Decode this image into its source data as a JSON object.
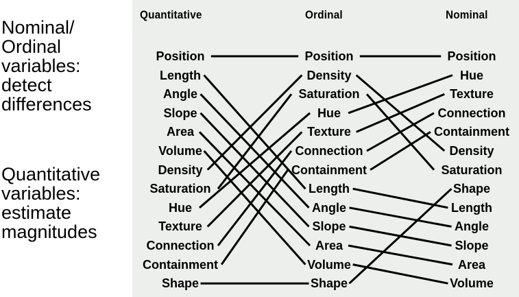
{
  "left_text": {
    "nominal_lines": [
      "Nominal/",
      "Ordinal",
      "variables:",
      "detect",
      "differences"
    ],
    "quantitative_lines": [
      "Quantitative",
      "variables:",
      "estimate",
      "magnitudes"
    ]
  },
  "diagram": {
    "columns": [
      {
        "key": "quantitative",
        "header": "Quantitative",
        "items": [
          "Position",
          "Length",
          "Angle",
          "Slope",
          "Area",
          "Volume",
          "Density",
          "Saturation",
          "Hue",
          "Texture",
          "Connection",
          "Containment",
          "Shape"
        ]
      },
      {
        "key": "ordinal",
        "header": "Ordinal",
        "items": [
          "Position",
          "Density",
          "Saturation",
          "Hue",
          "Texture",
          "Connection",
          "Containment",
          "Length",
          "Angle",
          "Slope",
          "Area",
          "Volume",
          "Shape"
        ]
      },
      {
        "key": "nominal",
        "header": "Nominal",
        "items": [
          "Position",
          "Hue",
          "Texture",
          "Connection",
          "Containment",
          "Density",
          "Saturation",
          "Shape",
          "Length",
          "Angle",
          "Slope",
          "Area",
          "Volume"
        ]
      }
    ],
    "colors": {
      "panel_background": "#ecefec",
      "text": "#000000",
      "lines": "#000000"
    }
  }
}
